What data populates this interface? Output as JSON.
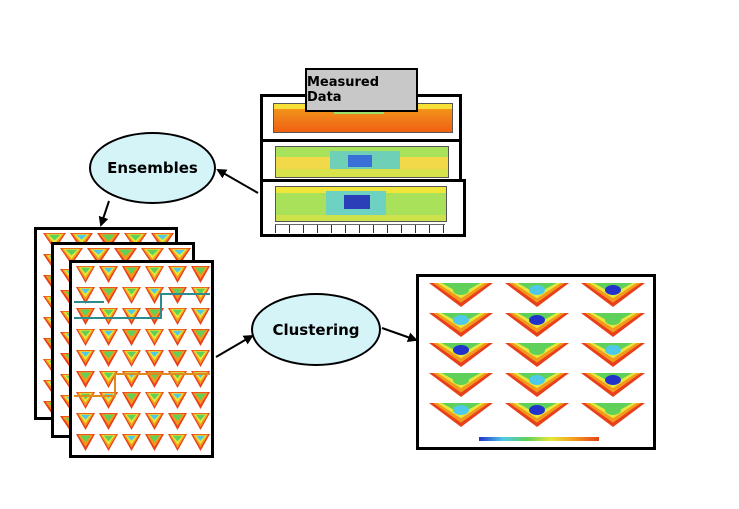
{
  "labels": {
    "measured_data": "Measured Data",
    "ensembles": "Ensembles",
    "clustering": "Clustering"
  },
  "colors": {
    "ellipse_fill": "#d4f4f7",
    "label_box_fill": "#c8c8c8",
    "hot": "#e8401a",
    "warm": "#f39a1c",
    "yellow": "#e8e83a",
    "green": "#5fd05a",
    "cyan": "#4fc9e8",
    "blue": "#2233cc"
  },
  "icons": [
    "arrow-icon"
  ]
}
